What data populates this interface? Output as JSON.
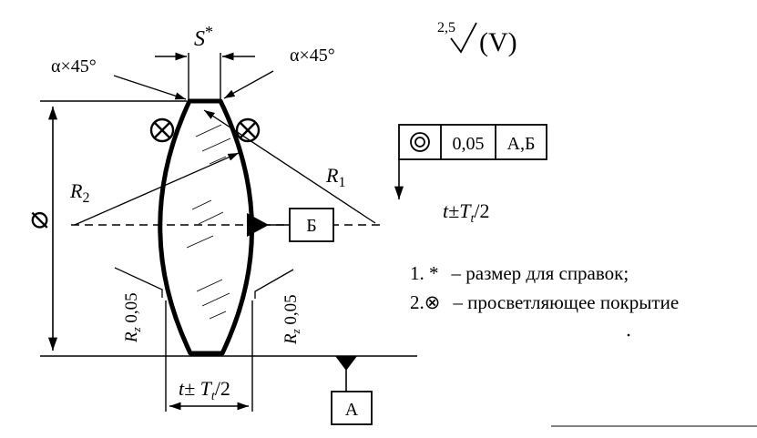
{
  "roughness": {
    "value": "2,5",
    "general": "(V)"
  },
  "dimensions": {
    "thickness_top": "S",
    "thickness_top_mark": "*",
    "chamfer_left": "α×45°",
    "chamfer_right": "α×45°",
    "diameter_symbol": "⌀",
    "radius_2": "R",
    "radius_2_sub": "2",
    "radius_1": "R",
    "radius_1_sub": "1",
    "edge_thickness": "t± T",
    "edge_thickness_sub": "t",
    "edge_thickness_tail": "/2",
    "surface_rough_left": "R",
    "surface_rough_left_sub": "z",
    "surface_rough_left_val": " 0,05",
    "surface_rough_right": "R",
    "surface_rough_right_sub": "z",
    "surface_rough_right_val": " 0,05"
  },
  "tolerance_frame": {
    "symbol": "◎",
    "value": "0,05",
    "datums": "А,Б"
  },
  "thickness_tolerance": {
    "prefix": "t±",
    "T": "T",
    "sub": "t",
    "tail": "/2"
  },
  "datums": {
    "A": "А",
    "B": "Б"
  },
  "notes": [
    {
      "num": "1. *",
      "text": "– размер для справок;"
    },
    {
      "num": "2.⊗",
      "text": "– просветляющее покрытие"
    }
  ],
  "icons": {
    "coating_marker": "circle-cross-icon",
    "roughness_sign": "roughness-check-icon"
  }
}
